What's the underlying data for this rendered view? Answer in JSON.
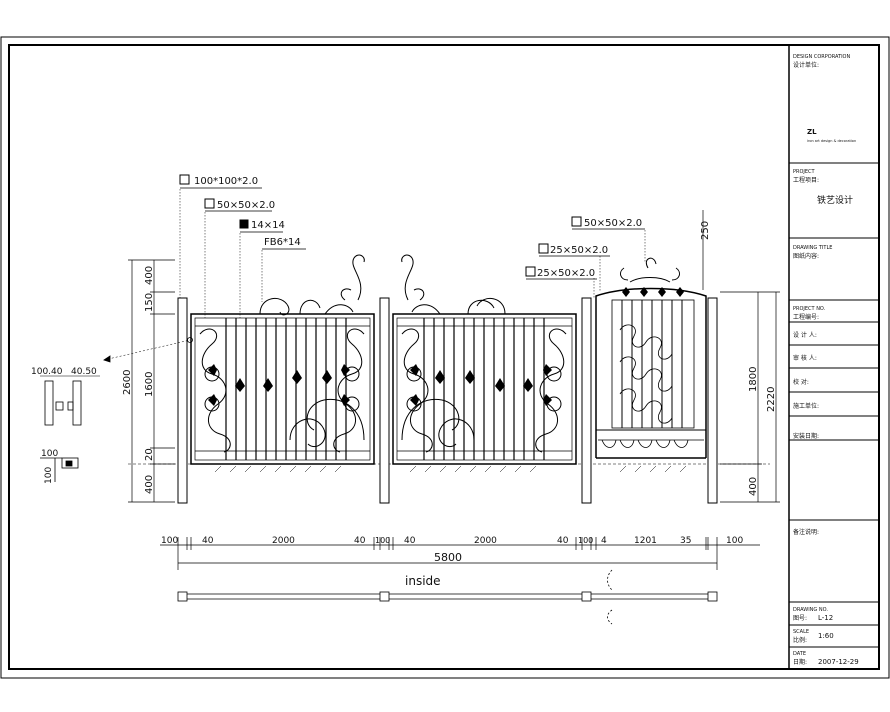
{
  "callouts": {
    "post_section": "100*100*2.0",
    "rail_section": "50×50×2.0",
    "bar_section": "14×14",
    "flat_bar": "FB6*14",
    "door_frame_section": "50×50×2.0",
    "door_rail_a": "25×50×2.0",
    "door_rail_b": "25×50×2.0"
  },
  "vertical_dims_left": {
    "overall": "2600",
    "top_scroll": "400",
    "top_rail_gap": "150",
    "panel": "1600",
    "bottom_rail_gap": "20",
    "bottom_clear": "400"
  },
  "vertical_dims_right": {
    "top": "250",
    "panel": "1800",
    "overall": "2220",
    "bottom_clear": "400"
  },
  "detail_dims": {
    "post_a": "100.40",
    "post_b": "40.50",
    "section_w": "100",
    "section_h": "100"
  },
  "horizontal_dims": {
    "post_left": "100",
    "gap1": "40",
    "leaf1": "2000",
    "gap2": "40",
    "post_mid": "100",
    "gap3": "40",
    "leaf2": "2000",
    "gap4": "40",
    "post_right": "100",
    "gap5": "4",
    "door": "1201",
    "gap6": "35",
    "post_end": "100",
    "overall": "5800"
  },
  "plan_label": "inside",
  "title_block": {
    "company_en": "DESIGN CORPORATION",
    "company_cn": "设计单位:",
    "logo": "ZL",
    "logo_sub": "iron art design & decoration",
    "project_en": "PROJECT",
    "project_cn": "工程项目:",
    "project_value": "铁艺设计",
    "drawing_title_en": "DRAWING TITLE",
    "drawing_title_cn": "图纸内容:",
    "project_no_en": "PROJECT NO.",
    "project_no_cn": "工程编号:",
    "leader": "设 计 人:",
    "approver": "审 核 人:",
    "checker": "校 对:",
    "builder": "施工单位:",
    "install_cn": "安装日期:",
    "notes_cn": "备注说明:",
    "drawing_no_en": "DRAWING NO.",
    "drawing_no_cn": "图号:",
    "drawing_no_value": "L-12",
    "scale_en": "SCALE",
    "scale_cn": "比例:",
    "scale_value": "1:60",
    "date_en": "DATE",
    "date_cn": "日期:",
    "date_value": "2007-12-29"
  }
}
